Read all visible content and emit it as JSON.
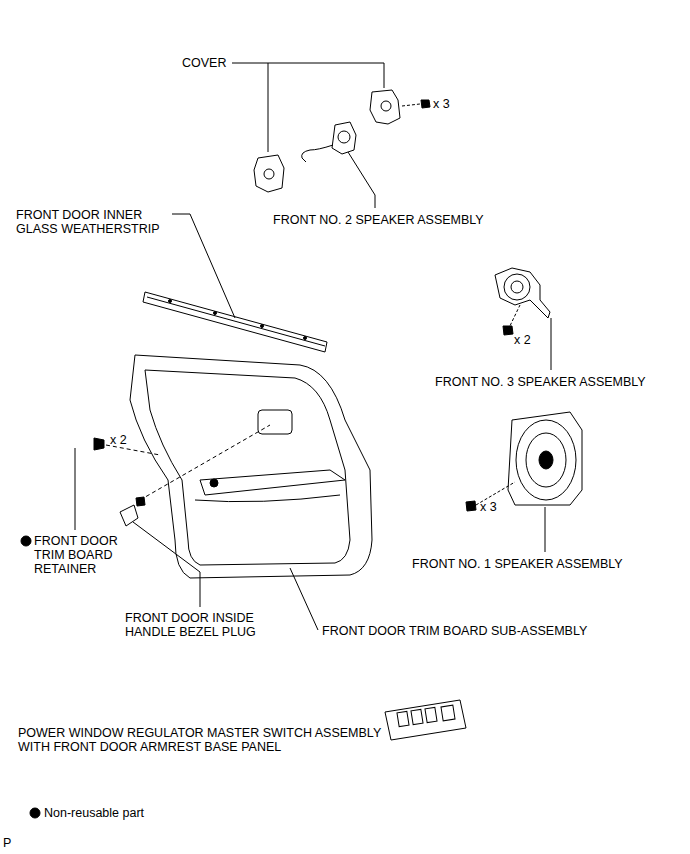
{
  "diagram": {
    "labels": [
      "COVER",
      "x 3",
      "FRONT NO. 2 SPEAKER ASSEMBLY",
      "FRONT DOOR INNER GLASS WEATHERSTRIP",
      "x 2",
      "FRONT NO. 3 SPEAKER ASSEMBLY",
      "x 2",
      "FRONT DOOR TRIM BOARD RETAINER",
      "x 3",
      "FRONT NO. 1 SPEAKER ASSEMBLY",
      "FRONT DOOR INSIDE HANDLE BEZEL PLUG",
      "FRONT DOOR TRIM BOARD SUB-ASSEMBLY",
      "POWER WINDOW REGULATOR MASTER SWITCH ASSEMBLY WITH FRONT DOOR ARMREST BASE PANEL",
      "P"
    ],
    "legend": [
      {
        "text": "Non-reusable part"
      }
    ]
  }
}
